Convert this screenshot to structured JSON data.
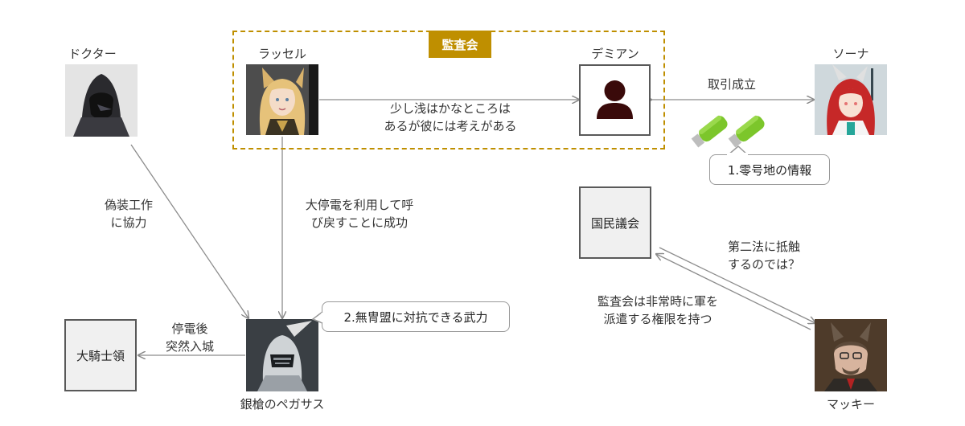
{
  "group": {
    "label": "監査会",
    "color": "#bf8f00"
  },
  "nodes": {
    "doctor": "ドクター",
    "russell": "ラッセル",
    "demian": "デミアン",
    "sona": "ソーナ",
    "pegasus": "銀槍のペガサス",
    "mackey": "マッキー",
    "knights": "大騎士領",
    "parliament": "国民議会"
  },
  "edges": {
    "russell_demian": "少し浅はかなところは\nあるが彼には考えがある",
    "demian_sona": "取引成立",
    "doctor_pegasus": "偽装工作\nに協力",
    "russell_pegasus": "大停電を利用して呼\nび戻すことに成功",
    "pegasus_knights": "停電後\n突然入城",
    "parliament_mackey": "第二法に抵触\nするのでは？",
    "mackey_parliament": "監査会は非常時に軍を\n派遣する権限を持つ"
  },
  "callouts": {
    "info": "1.零号地の情報",
    "force": "2.無冑盟に対抗できる武力"
  }
}
